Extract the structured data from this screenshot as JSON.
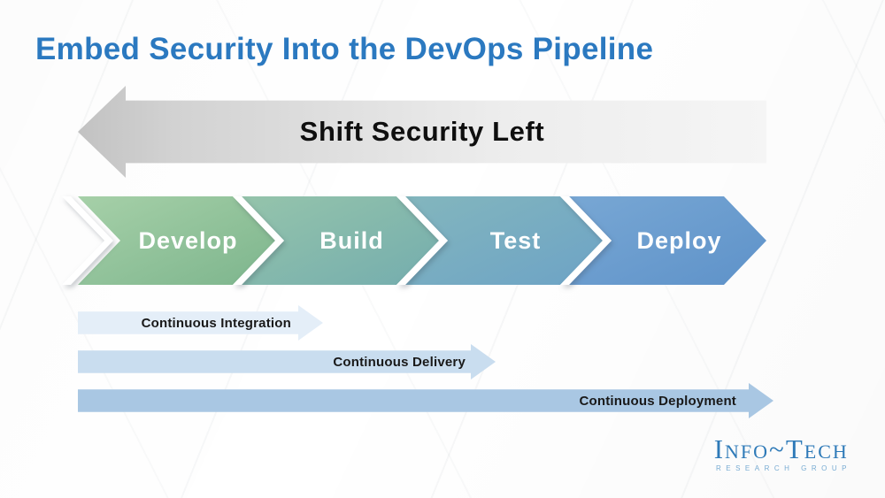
{
  "slide": {
    "title": "Embed Security Into the DevOps Pipeline"
  },
  "shift_banner": {
    "label": "Shift Security Left",
    "direction": "left",
    "colors": {
      "head": "#c2c2c2",
      "tail": "#f5f5f5",
      "text": "#0f0f0f"
    }
  },
  "pipeline_stages": [
    {
      "label": "Develop",
      "gradient_start": "#a6d0a8",
      "gradient_end": "#7db58d"
    },
    {
      "label": "Build",
      "gradient_start": "#95c4ab",
      "gradient_end": "#74adae"
    },
    {
      "label": "Test",
      "gradient_start": "#83b6bd",
      "gradient_end": "#6da3c6"
    },
    {
      "label": "Deploy",
      "gradient_start": "#78a7d4",
      "gradient_end": "#5e92c9"
    }
  ],
  "practice_arrows": [
    {
      "label": "Continuous Integration",
      "color": "#e4eef8",
      "relative_length": "short"
    },
    {
      "label": "Continuous Delivery",
      "color": "#c9ddef",
      "relative_length": "medium"
    },
    {
      "label": "Continuous Deployment",
      "color": "#a9c7e3",
      "relative_length": "long"
    }
  ],
  "logo": {
    "brand": "Info~Tech",
    "subtitle": "RESEARCH GROUP",
    "brand_color": "#2e7ab8",
    "subtitle_color": "#79acd3"
  },
  "colors": {
    "title_text": "#2b79c0",
    "stage_text": "#ffffff",
    "practice_text": "#191919",
    "background": "#ffffff"
  }
}
